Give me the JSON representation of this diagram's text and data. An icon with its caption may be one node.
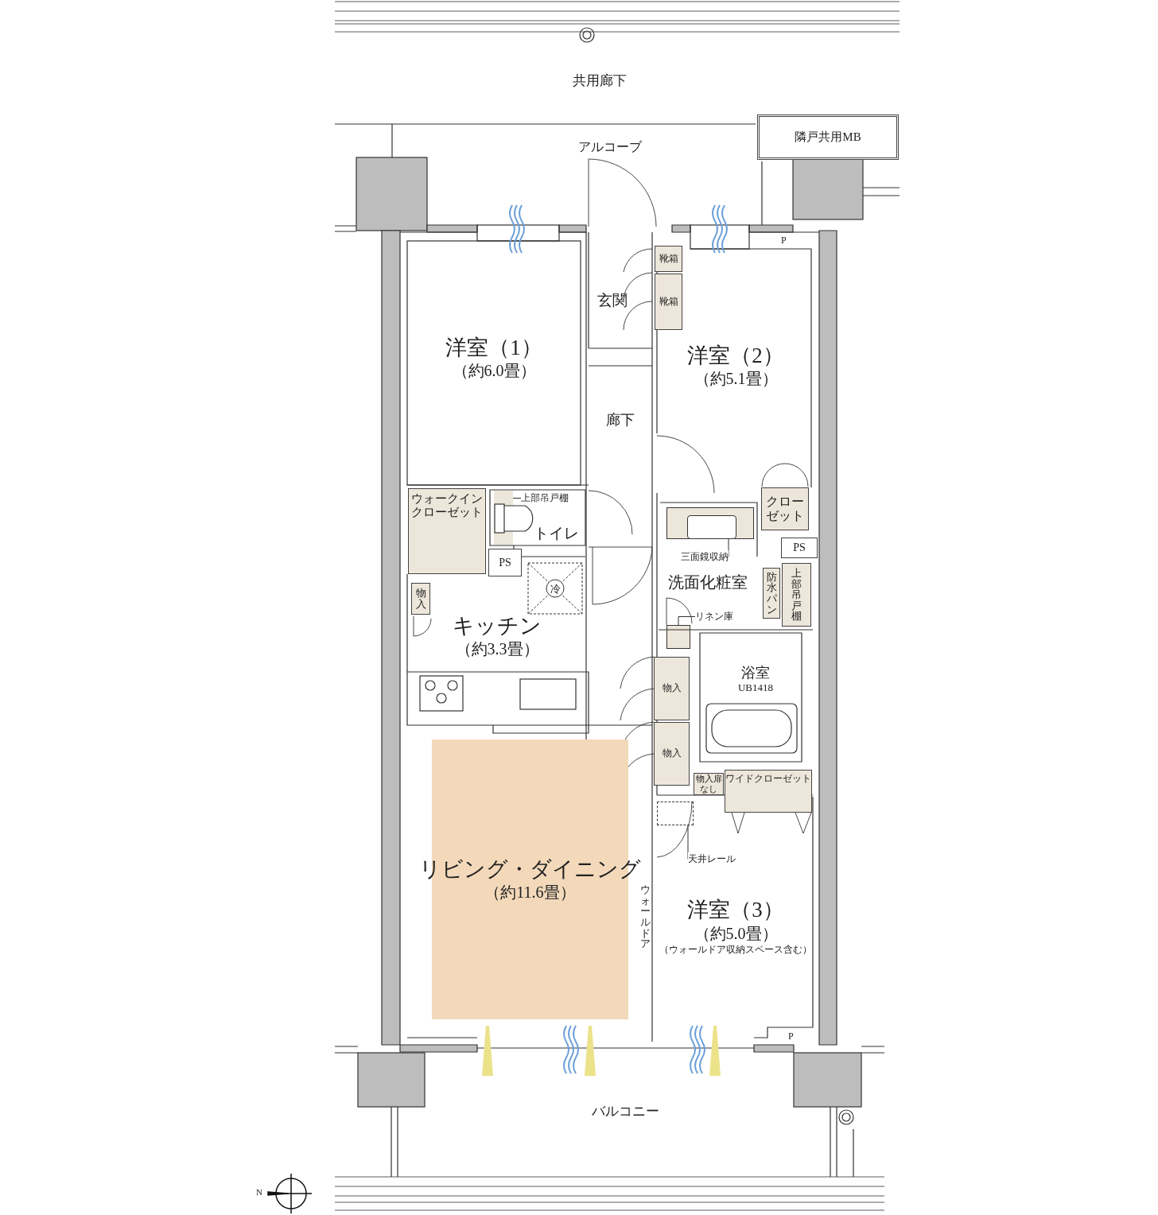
{
  "diagram": {
    "nodes": [
      {
        "text": [
          "隣戸共用MB"
        ]
      },
      {
        "text": [
          "洋室（1）",
          "（約6.0畳）"
        ]
      },
      {
        "text": [
          "玄関"
        ]
      },
      {
        "text": [
          "靴箱"
        ]
      },
      {
        "text": [
          "靴箱"
        ]
      },
      {
        "text": [
          "洋室（2）",
          "（約5.1畳）"
        ]
      },
      {
        "text": [
          "廊下"
        ]
      },
      {
        "text": [
          "ウォークインクローゼット"
        ]
      },
      {
        "text": [
          "トイレ"
        ]
      },
      {
        "text": [
          "PS"
        ]
      },
      {
        "text": [
          "物入"
        ]
      },
      {
        "text": [
          "キッチン",
          "（約3.3畳）"
        ]
      },
      {
        "text": [
          "クローゼット"
        ]
      },
      {
        "text": [
          "PS"
        ]
      },
      {
        "text": [
          "洗面化粧室"
        ]
      },
      {
        "text": [
          "防水パン"
        ]
      },
      {
        "text": [
          "上部吊戸棚"
        ]
      },
      {
        "text": [
          "リネン庫"
        ]
      },
      {
        "text": [
          "三面鏡収納"
        ]
      },
      {
        "text": [
          "上部吊戸棚"
        ]
      },
      {
        "text": [
          "浴室",
          "UB1418"
        ]
      },
      {
        "text": [
          "物入"
        ]
      },
      {
        "text": [
          "物入"
        ]
      },
      {
        "text": [
          "物入扉なし"
        ]
      },
      {
        "text": [
          "ワイドクローゼット"
        ]
      },
      {
        "text": [
          "天井レール"
        ]
      },
      {
        "text": [
          "リビング・ダイニング",
          "（約11.6畳）"
        ]
      },
      {
        "text": [
          "洋室（3）",
          "（約5.0畳）",
          "（ウォールドア収納スペース含む）"
        ]
      },
      {
        "text": [],
        "shape": "box"
      },
      {
        "text": [],
        "shape": "box"
      },
      {
        "text": [],
        "shape": "box"
      },
      {
        "text": [],
        "shape": "box"
      }
    ],
    "edges": [
      {
        "from": 19,
        "to": 28,
        "arrow": "none"
      },
      {
        "from": 18,
        "to": 29,
        "arrow": "none"
      },
      {
        "from": 17,
        "to": 30,
        "arrow": "none"
      },
      {
        "from": 25,
        "to": 31,
        "arrow": "none"
      }
    ],
    "labels": [
      "共用廊下",
      "アルコーブ",
      "冷",
      "P",
      "P",
      "ウォールドア",
      "バルコニー",
      "N"
    ]
  }
}
